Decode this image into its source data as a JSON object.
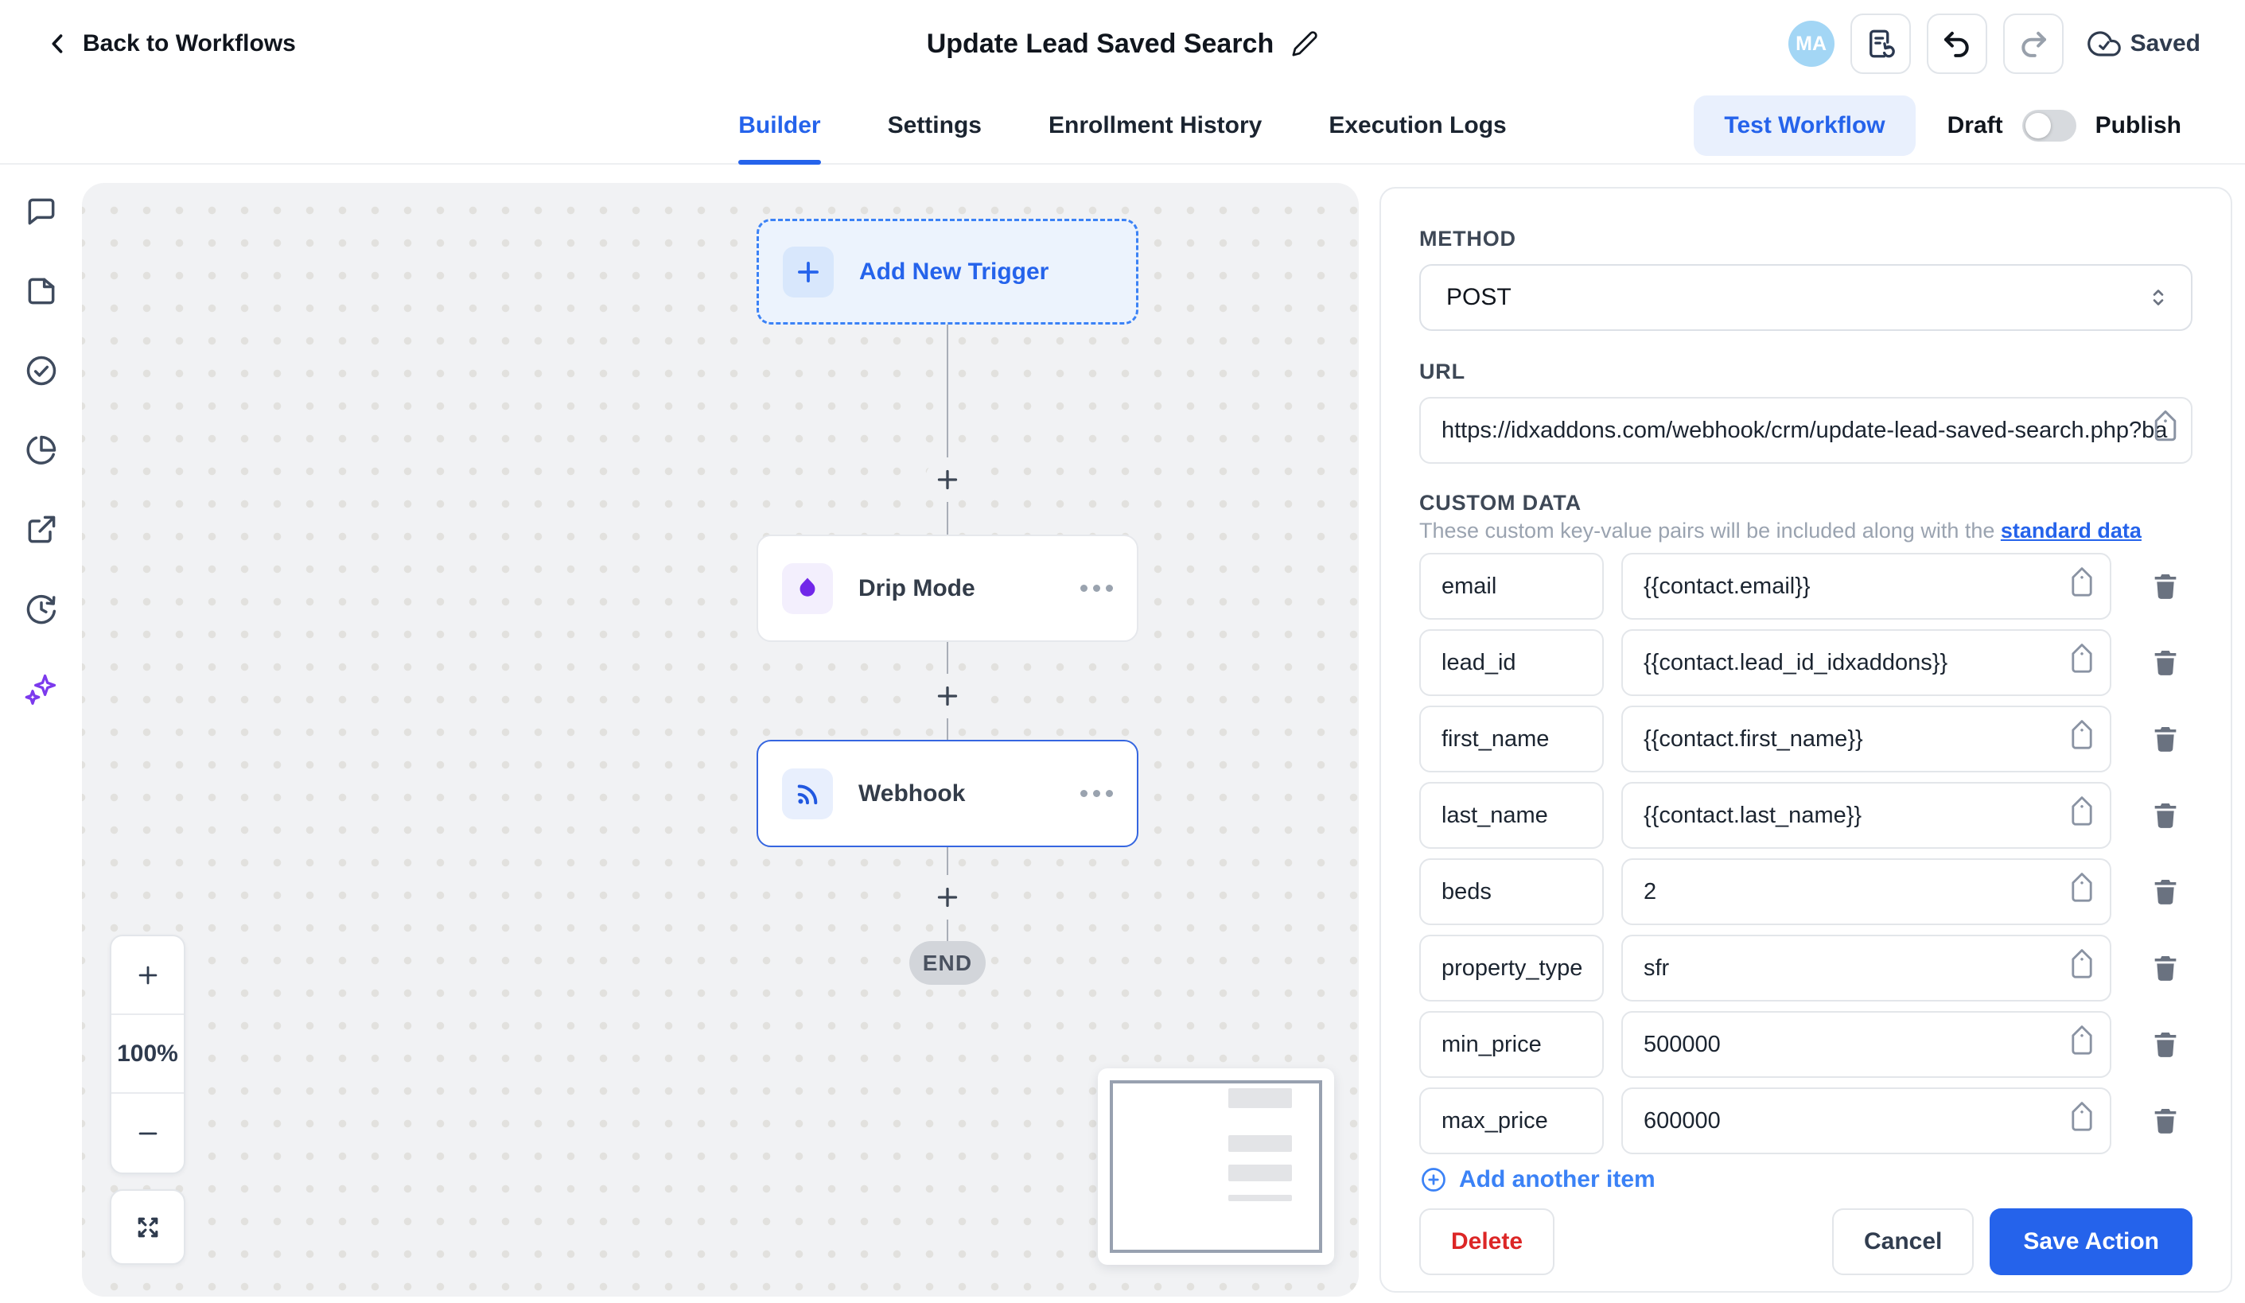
{
  "header": {
    "back_label": "Back to Workflows",
    "title": "Update Lead Saved Search",
    "avatar_initials": "MA",
    "saved_label": "Saved"
  },
  "tabs": {
    "items": [
      {
        "label": "Builder",
        "active": true
      },
      {
        "label": "Settings",
        "active": false
      },
      {
        "label": "Enrollment History",
        "active": false
      },
      {
        "label": "Execution Logs",
        "active": false
      }
    ],
    "test_workflow_label": "Test Workflow",
    "draft_label": "Draft",
    "publish_label": "Publish"
  },
  "sidebar": {
    "icons": [
      "chat-icon",
      "document-icon",
      "check-circle-icon",
      "pie-chart-icon",
      "external-link-icon",
      "history-icon",
      "sparkles-icon"
    ]
  },
  "canvas": {
    "trigger_label": "Add New Trigger",
    "nodes": [
      {
        "label": "Drip Mode",
        "icon": "droplet-icon"
      },
      {
        "label": "Webhook",
        "icon": "webhook-rss-icon"
      }
    ],
    "end_label": "END",
    "zoom_level": "100%"
  },
  "panel": {
    "method_label": "METHOD",
    "method_value": "POST",
    "url_label": "URL",
    "url_value": "https://idxaddons.com/webhook/crm/update-lead-saved-search.php?ba",
    "custom_data": {
      "title": "CUSTOM DATA",
      "subtitle": "These custom key-value pairs will be included along with the ",
      "link_label": "standard data",
      "rows": [
        {
          "key": "email",
          "value": "{{contact.email}}"
        },
        {
          "key": "lead_id",
          "value": "{{contact.lead_id_idxaddons}}"
        },
        {
          "key": "first_name",
          "value": "{{contact.first_name}}"
        },
        {
          "key": "last_name",
          "value": "{{contact.last_name}}"
        },
        {
          "key": "beds",
          "value": "2"
        },
        {
          "key": "property_type",
          "value": "sfr"
        },
        {
          "key": "min_price",
          "value": "500000"
        },
        {
          "key": "max_price",
          "value": "600000"
        }
      ],
      "add_label": "Add another item"
    },
    "footer": {
      "delete_label": "Delete",
      "cancel_label": "Cancel",
      "save_label": "Save Action"
    }
  },
  "colors": {
    "accent_blue": "#2563eb",
    "node_purple": "#7c3aed",
    "danger_red": "#dc2626",
    "canvas_bg": "#f1f2f4"
  }
}
